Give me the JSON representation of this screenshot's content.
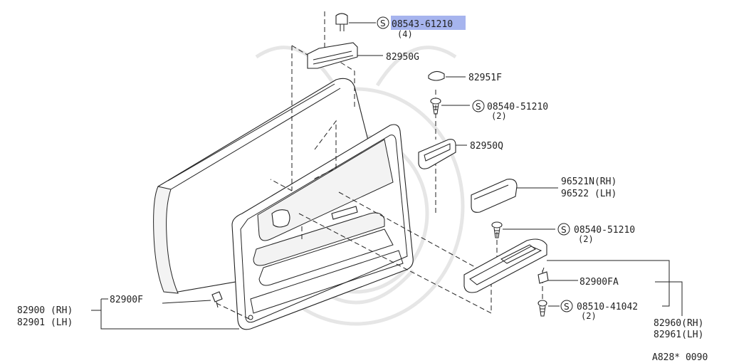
{
  "title_code": "A828* 0090",
  "selection_color": "#a6b4ee",
  "symbol": "S",
  "callouts": {
    "screw_top": {
      "part_no": "08543-61210",
      "qty": "(4)"
    },
    "handle_bracket": {
      "part_no": "82950G"
    },
    "cap": {
      "part_no": "82951F"
    },
    "screw_mid": {
      "part_no": "08540-51210",
      "qty": "(2)"
    },
    "pull_cup": {
      "part_no": "82950Q"
    },
    "switch_finisher": {
      "part_no_rh": "96521N(RH)",
      "part_no_lh": "96522 (LH)"
    },
    "screw_lower": {
      "part_no": "08540-51210",
      "qty": "(2)"
    },
    "clip_fa": {
      "part_no": "82900FA"
    },
    "screw_bottom": {
      "part_no": "08510-41042",
      "qty": "(2)"
    },
    "armrest": {
      "part_no_rh": "82960(RH)",
      "part_no_lh": "82961(LH)"
    },
    "clip_f": {
      "part_no": "82900F"
    },
    "door_trim": {
      "part_no_rh": "82900 (RH)",
      "part_no_lh": "82901 (LH)"
    }
  }
}
